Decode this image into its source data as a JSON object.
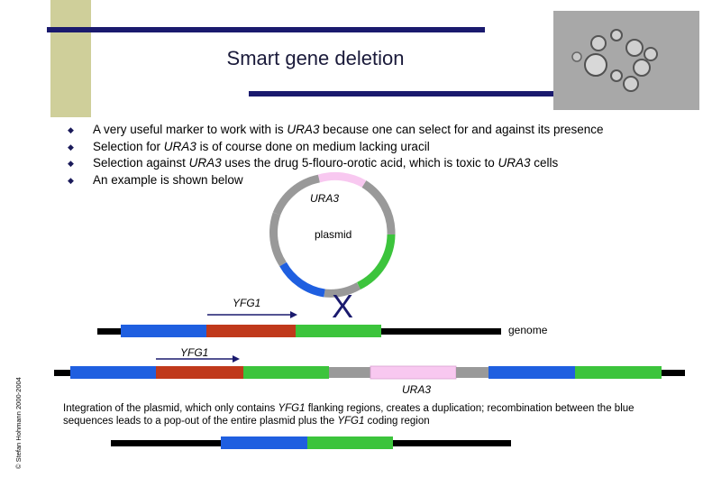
{
  "slide": {
    "title": "Smart gene deletion",
    "bullets": [
      {
        "segments": [
          {
            "t": "A very useful marker to work with is "
          },
          {
            "t": "URA3",
            "i": true
          },
          {
            "t": " because one can select for and against its presence"
          }
        ]
      },
      {
        "segments": [
          {
            "t": "Selection for "
          },
          {
            "t": "URA3",
            "i": true
          },
          {
            "t": " is of course done on medium lacking uracil"
          }
        ]
      },
      {
        "segments": [
          {
            "t": "Selection against "
          },
          {
            "t": "URA3",
            "i": true
          },
          {
            "t": " uses the drug 5-flouro-orotic acid, which is toxic to "
          },
          {
            "t": "URA3",
            "i": true
          },
          {
            "t": " cells"
          }
        ]
      },
      {
        "segments": [
          {
            "t": "An example is shown below"
          }
        ]
      }
    ],
    "caption_segments": [
      {
        "t": "Integration of the plasmid, which only contains "
      },
      {
        "t": "YFG1",
        "i": true
      },
      {
        "t": " flanking regions, creates a duplication; recombination between the blue sequences leads to a pop-out of the entire plasmid plus the "
      },
      {
        "t": "YFG1",
        "i": true
      },
      {
        "t": " coding region"
      }
    ],
    "copyright": "© Stefan Hohmann 2000-2004"
  },
  "diagram": {
    "plasmid_marker_label": "URA3",
    "plasmid_label": "plasmid",
    "gene_label_top": "YFG1",
    "genome_label": "genome",
    "gene_label_integrated": "YFG1",
    "integrated_marker_label": "URA3",
    "crossover_symbol": "X"
  },
  "colors": {
    "blue": "#1f5fe0",
    "red": "#c0391b",
    "green": "#3cc43c",
    "pink": "#f8c8f0",
    "navy": "#1a1a6e",
    "gray": "#999999",
    "tan": "#cfcf9a"
  }
}
